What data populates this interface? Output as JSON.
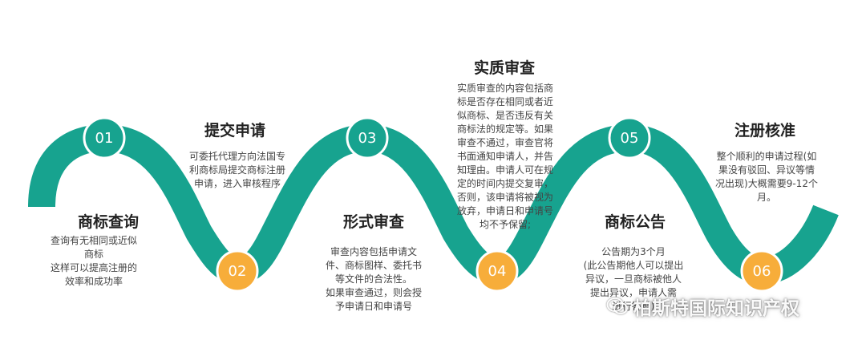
{
  "colors": {
    "band": "#17a38f",
    "node": "#17a38f",
    "node_alt": "#f7ad3a",
    "node_ring": "#ffffff"
  },
  "steps": [
    {
      "number": "01",
      "title": "商标查询",
      "desc": "查询有无相同或近似\n商标\n这样可以提高注册的\n效率和成功率"
    },
    {
      "number": "02",
      "title": "提交申请",
      "desc": "可委托代理方向法国专\n利商标局提交商标注册\n申请，进入审核程序"
    },
    {
      "number": "03",
      "title": "形式审查",
      "desc": "审查内容包括申请文\n件、商标图样、委托书\n等文件的合法性。\n如果审查通过，则会授\n予申请日和申请号"
    },
    {
      "number": "04",
      "title": "实质审查",
      "desc": "实质审查的内容包括商\n标是否存在相同或者近\n似商标、是否违反有关\n商标法的规定等。如果\n审查不通过，审查官将\n书面通知申请人，并告\n知理由。申请人可在规\n定的时间内提交复审，\n否则，该申请将被视为\n放弃，申请日和申请号\n均不予保留;"
    },
    {
      "number": "05",
      "title": "商标公告",
      "desc": "公告期为3个月\n(此公告期他人可以提出\n异议，一旦商标被他人\n提出异议，申请人需\n进行答辩)"
    },
    {
      "number": "06",
      "title": "注册核准",
      "desc": "整个顺利的申请过程(如\n果没有驳回、异议等情\n况出现)大概需要9-12个\n月。"
    }
  ],
  "watermark": {
    "icon": "wechat-icon",
    "text": "柏斯特国际知识产权"
  }
}
